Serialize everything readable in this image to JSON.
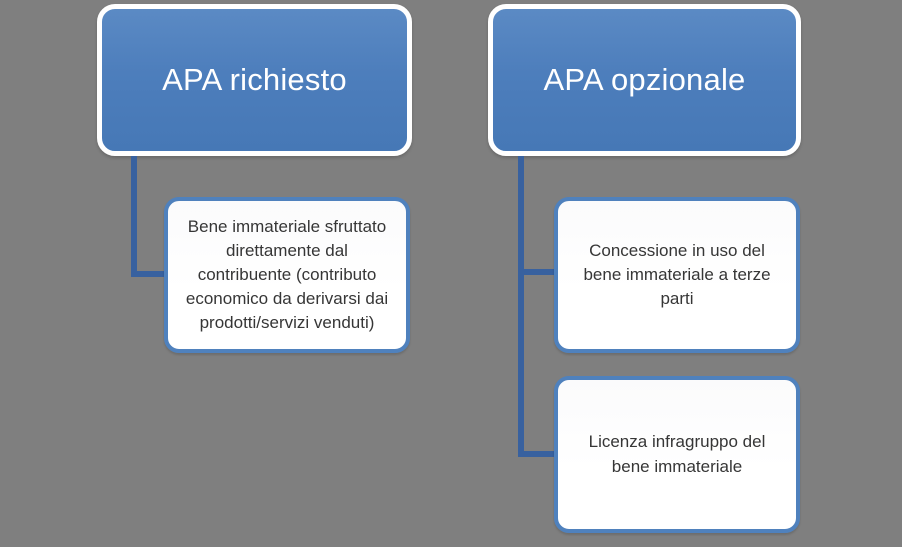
{
  "colors": {
    "background": "#7f7f7f",
    "parent_fill": "#4d7ebc",
    "parent_border": "#ffffff",
    "child_fill": "#ffffff",
    "child_border": "#4f81bd",
    "connector": "#38619f",
    "parent_text": "#ffffff",
    "child_text": "#363636"
  },
  "diagram": {
    "type": "hierarchy",
    "branches": [
      {
        "title": "APA richiesto",
        "children": [
          "Bene immateriale sfruttato direttamente dal contribuente (contributo economico  da derivarsi dai prodotti/servizi venduti)"
        ]
      },
      {
        "title": "APA opzionale",
        "children": [
          "Concessione in uso del bene immateriale a terze parti",
          "Licenza infragruppo del bene immateriale"
        ]
      }
    ]
  }
}
